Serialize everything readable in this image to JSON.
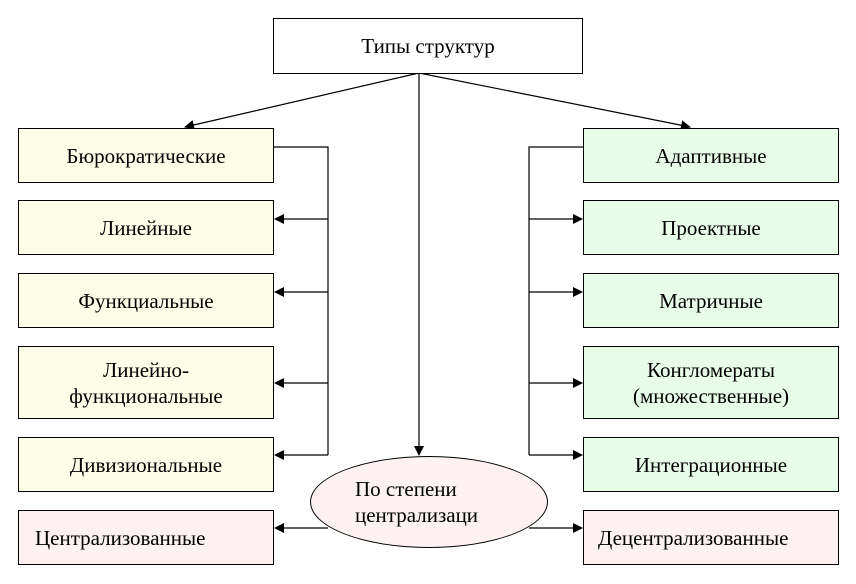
{
  "title": "Типы структур",
  "left": {
    "header": "Бюрократические",
    "items": [
      "Линейные",
      "Функциальные",
      "Линейно-",
      "функциональные",
      "Дивизиональные"
    ]
  },
  "right": {
    "header": "Адаптивные",
    "items": [
      "Проектные",
      "Матричные",
      "Конгломераты",
      "(множественные)",
      "Интеграционные"
    ]
  },
  "centre": {
    "line1": "По степени",
    "line2": "централизаци",
    "left": "Централизованные",
    "right": "Децентрализованные"
  }
}
